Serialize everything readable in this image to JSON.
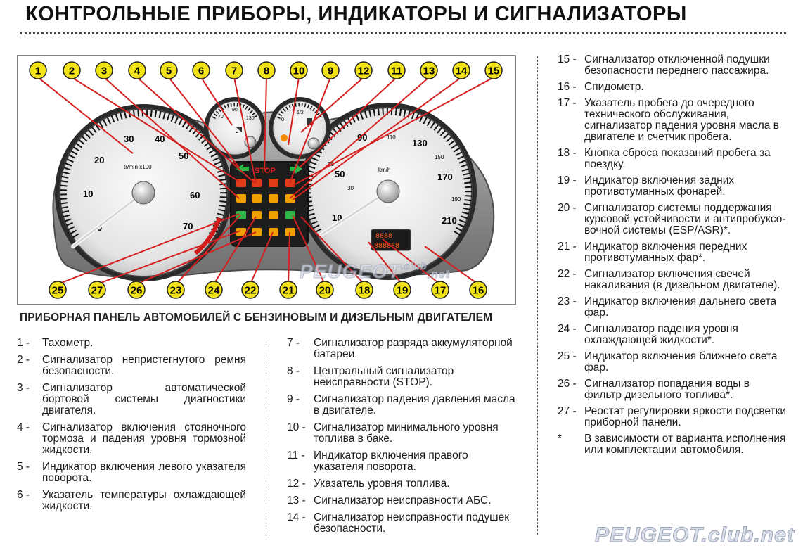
{
  "title": "КОНТРОЛЬНЫЕ ПРИБОРЫ, ИНДИКАТОРЫ И СИГНАЛИЗАТОРЫ",
  "diagram": {
    "caption": "ПРИБОРНАЯ ПАНЕЛЬ АВТОМОБИЛЕЙ С БЕНЗИНОВЫМ И ДИЗЕЛЬНЫМ ДВИГАТЕЛЕМ",
    "callouts_top": [
      "1",
      "2",
      "3",
      "4",
      "5",
      "6",
      "7",
      "8",
      "10",
      "9",
      "12",
      "11",
      "13",
      "14",
      "15"
    ],
    "callouts_bottom": [
      "25",
      "27",
      "26",
      "23",
      "24",
      "22",
      "21",
      "20",
      "18",
      "19",
      "17",
      "16"
    ],
    "tachometer": {
      "unit": "tr/min x100",
      "ticks": [
        "0",
        "10",
        "20",
        "30",
        "40",
        "50",
        "60",
        "70"
      ]
    },
    "speedometer": {
      "unit": "km/h",
      "ticks": [
        "10",
        "30",
        "50",
        "70",
        "90",
        "110",
        "130",
        "150",
        "170",
        "190",
        "210"
      ]
    },
    "temperature_gauge": {
      "ticks": [
        "70",
        "90",
        "130"
      ]
    },
    "fuel_gauge": {
      "ticks": [
        "0",
        "1/2"
      ]
    },
    "stop_label": "STOP",
    "watermark": {
      "main": "PEUGEOT",
      "sub": ".club",
      "tld": ".net"
    }
  },
  "legend_left": [
    {
      "num": "1 -",
      "text": "Тахометр."
    },
    {
      "num": "2 -",
      "text": "Сигнализатор непристег­нутого ремня безопасности."
    },
    {
      "num": "3 -",
      "text": "Сигнализатор автомати­ческой бортовой системы диагностики двигателя."
    },
    {
      "num": "4 -",
      "text": "Сигнализатор включения стояночного тормоза и падения уровня тормозной жидкости."
    },
    {
      "num": "5 -",
      "text": "Индикатор включения левого указателя поворота."
    },
    {
      "num": "6 -",
      "text": "Указатель температуры охлаждающей жидкости."
    }
  ],
  "legend_middle": [
    {
      "num": "7 -",
      "text": "Сигнализатор разряда аккумуляторной батареи."
    },
    {
      "num": "8 -",
      "text": "Центральный сигнализатор неисправности (STOP)."
    },
    {
      "num": "9 -",
      "text": "Сигнализатор падения давления масла в двигателе."
    },
    {
      "num": "10 -",
      "text": "Сигнализатор минимального уровня топлива в баке."
    },
    {
      "num": "11 -",
      "text": "Индикатор включения правого указателя поворота."
    },
    {
      "num": "12 -",
      "text": "Указатель уровня топлива."
    },
    {
      "num": "13 -",
      "text": "Сигнализатор неисправности АБС."
    },
    {
      "num": "14 -",
      "text": "Сигнализатор неисправности подушек безопасности."
    }
  ],
  "legend_right": [
    {
      "num": "15 -",
      "text": "Сигнализатор отключенной подушки безопасности переднего пассажира."
    },
    {
      "num": "16 -",
      "text": "Спидометр."
    },
    {
      "num": "17 -",
      "text": "Указатель пробега до очередного технического обслуживания, сигнализатор падения уровня масла в двигателе и счетчик пробега."
    },
    {
      "num": "18 -",
      "text": "Кнопка сброса показаний пробега за поездку."
    },
    {
      "num": "19 -",
      "text": "Индикатор включения задних противотуманных фонарей."
    },
    {
      "num": "20 -",
      "text": "Сигнализатор системы поддержания курсовой устойчивости и антипробуксо­вочной системы (ESP/ASR)*."
    },
    {
      "num": "21 -",
      "text": "Индикатор включения передних противотуманных фар*."
    },
    {
      "num": "22 -",
      "text": "Сигнализатор включения свечей накаливания (в дизельном двигателе)."
    },
    {
      "num": "23 -",
      "text": "Индикатор включения дальнего света фар."
    },
    {
      "num": "24 -",
      "text": "Сигнализатор падения уровня охлаждающей жидкости*."
    },
    {
      "num": "25 -",
      "text": "Индикатор включения ближнего света фар."
    },
    {
      "num": "26 -",
      "text": "Сигнализатор попадания воды в фильтр дизельного топлива*."
    },
    {
      "num": "27 -",
      "text": "Реостат регулировки яркости подсветки приборной панели."
    },
    {
      "num": "*",
      "text": "В зависимости от варианта исполнения или комплектации автомобиля."
    }
  ],
  "watermark_bottom": "PEUGEOT.club.net",
  "colors": {
    "callout_fill": "#f2e21a",
    "leader_line": "#d42020",
    "panel": "#8c8c8c",
    "gauge_face": "#f2f2f2"
  }
}
